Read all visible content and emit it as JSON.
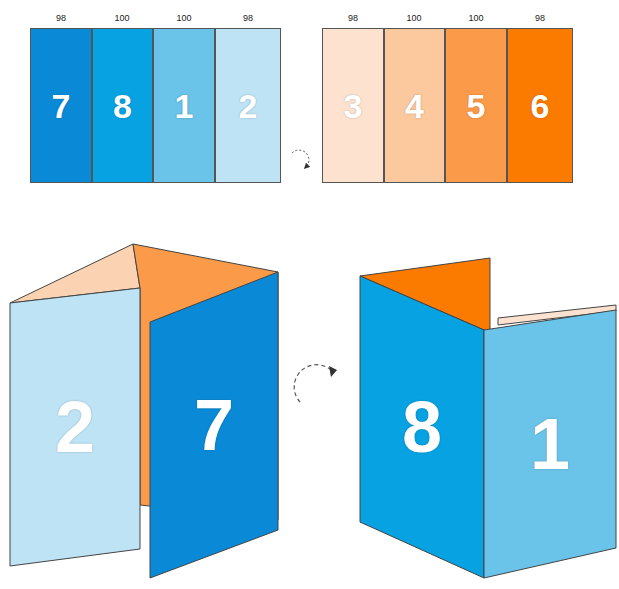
{
  "diagram": {
    "nodes": [
      {
        "text": [
          "7"
        ]
      },
      {
        "text": [
          "8"
        ]
      },
      {
        "text": [
          "1"
        ]
      },
      {
        "text": [
          "2"
        ]
      },
      {
        "text": [
          "3"
        ]
      },
      {
        "text": [
          "4"
        ]
      },
      {
        "text": [
          "5"
        ]
      },
      {
        "text": [
          "6"
        ]
      },
      {
        "text": [
          "2"
        ]
      },
      {
        "text": [
          "7"
        ]
      },
      {
        "text": [
          "8"
        ]
      },
      {
        "text": [
          "1"
        ]
      }
    ],
    "labels": [
      "98",
      "100",
      "100",
      "98",
      "98",
      "100",
      "100",
      "98"
    ]
  }
}
